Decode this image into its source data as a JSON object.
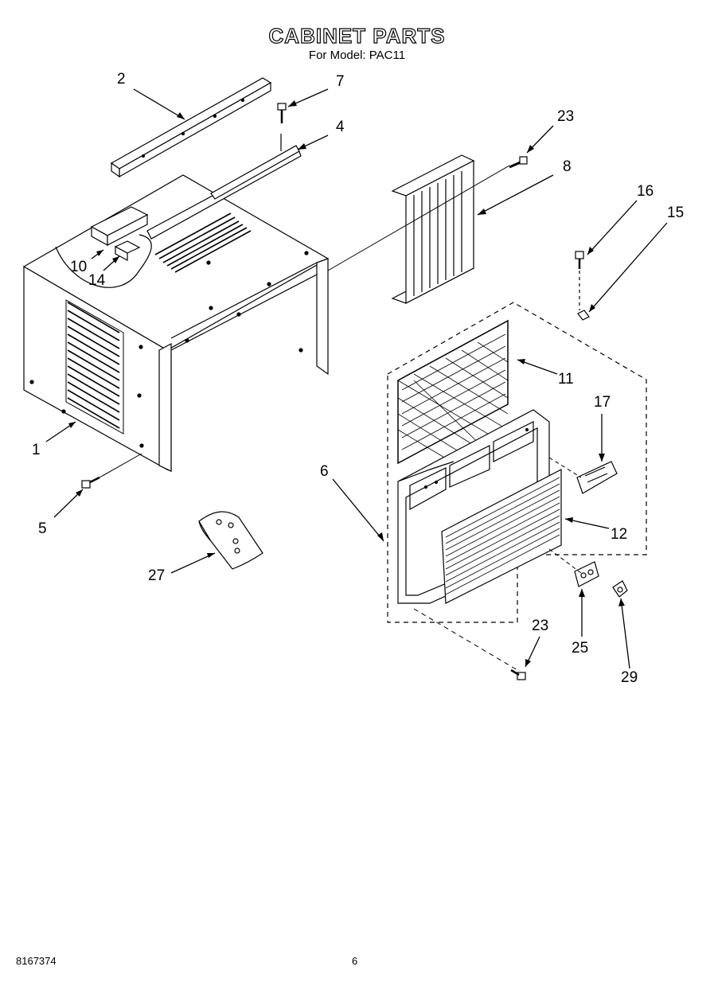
{
  "title": "CABINET PARTS",
  "subtitle": "For Model: PAC11",
  "footer": {
    "doc_number": "8167374",
    "page": "6"
  },
  "callouts": {
    "c1": "1",
    "c2": "2",
    "c4": "4",
    "c5": "5",
    "c6": "6",
    "c7": "7",
    "c8": "8",
    "c10": "10",
    "c11": "11",
    "c12": "12",
    "c14": "14",
    "c15": "15",
    "c16": "16",
    "c17": "17",
    "c23a": "23",
    "c23b": "23",
    "c25": "25",
    "c27": "27",
    "c29": "29"
  }
}
